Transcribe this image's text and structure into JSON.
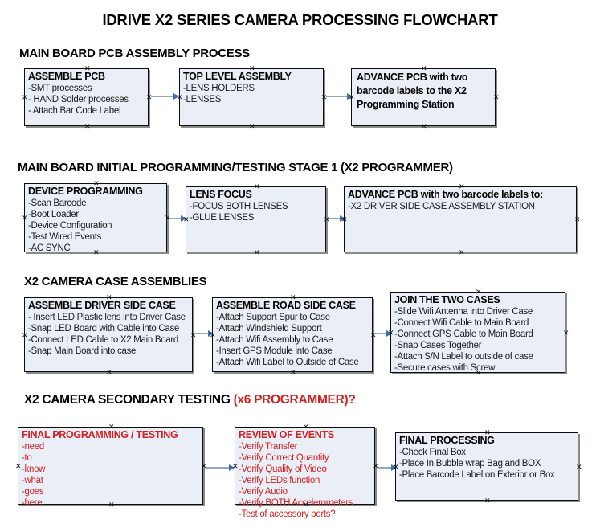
{
  "document": {
    "title": "IDRIVE X2  SERIES CAMERA PROCESSING FLOWCHART"
  },
  "sections": [
    {
      "id": "main-board-pcb-assembly",
      "heading": "MAIN BOARD PCB ASSEMBLY PROCESS",
      "heading_red": "",
      "boxes": [
        {
          "id": "assemble-pcb",
          "title": "ASSEMBLE PCB",
          "lines": [
            "-SMT processes",
            "- HAND Solder processes",
            "- Attach Bar Code Label"
          ]
        },
        {
          "id": "top-level-assembly",
          "title": "TOP LEVEL ASSEMBLY",
          "lines": [
            "-LENS HOLDERS",
            "-LENSES"
          ]
        },
        {
          "id": "advance-pcb-x2-programming-station",
          "title": "ADVANCE PCB with two barcode labels to the  X2 Programming Station",
          "lines": []
        }
      ]
    },
    {
      "id": "main-board-initial-programming",
      "heading": "MAIN BOARD INITIAL PROGRAMMING/TESTING STAGE 1 (X2 PROGRAMMER)",
      "heading_red": "",
      "boxes": [
        {
          "id": "device-programming",
          "title": "DEVICE PROGRAMMING",
          "lines": [
            "-Scan Barcode",
            "-Boot Loader",
            "-Device Configuration",
            "-Test Wired Events",
            "-AC SYNC"
          ]
        },
        {
          "id": "lens-focus",
          "title": "LENS FOCUS",
          "lines": [
            "-FOCUS BOTH LENSES",
            "-GLUE LENSES"
          ]
        },
        {
          "id": "advance-pcb-driver-side-case",
          "title": "ADVANCE PCB with two barcode labels to:",
          "lines": [
            "-X2 DRIVER  SIDE  CASE  ASSEMBLY STATION"
          ]
        }
      ]
    },
    {
      "id": "x2-camera-case-assemblies",
      "heading": "X2 CAMERA CASE ASSEMBLIES",
      "heading_red": "",
      "boxes": [
        {
          "id": "assemble-driver-side-case",
          "title": "ASSEMBLE DRIVER SIDE CASE",
          "lines": [
            "- Insert LED Plastic lens into Driver Case",
            "-Snap LED Board with Cable into Case",
            "-Connect LED Cable to X2 Main Board",
            "-Snap Main Board into case"
          ]
        },
        {
          "id": "assemble-road-side-case",
          "title": "ASSEMBLE ROAD SIDE CASE",
          "lines": [
            "-Attach Support Spur to Case",
            "-Attach Windshield Support",
            "-Attach Wifi Assembly to Case",
            "-Insert GPS Module into Case",
            "-Attach Wifi Label to Outside of Case"
          ]
        },
        {
          "id": "join-the-two-cases",
          "title": "JOIN THE TWO CASES",
          "lines": [
            "-Slide Wifi Antenna into Driver Case",
            "-Connect Wifi Cable to Main Board",
            "-Connect GPS Cable to Main Board",
            "-Snap Cases Together",
            "-Attach S/N Label to outside of case",
            "-Secure cases with Screw"
          ]
        }
      ]
    },
    {
      "id": "x2-camera-secondary-testing",
      "heading": "X2 CAMERA SECONDARY TESTING ",
      "heading_red": "(x6 PROGRAMMER)?",
      "boxes": [
        {
          "id": "final-programming-testing",
          "title": "FINAL PROGRAMMING / TESTING",
          "lines": [
            "-need",
            "-to",
            "-know",
            "-what",
            "-goes",
            "-here"
          ]
        },
        {
          "id": "review-of-events",
          "title": "REVIEW OF EVENTS",
          "lines": [
            "-Verify Transfer",
            "-Verify Correct Quantity",
            "-Verify Quality of Video",
            "-Verify LEDs function",
            "-Verify Audio",
            "-Verify BOTH Accelerometers",
            "-Test of accessory ports?"
          ]
        },
        {
          "id": "final-processing",
          "title": "FINAL PROCESSING",
          "lines": [
            " -Check Final Box",
            "-Place In Bubble wrap Bag and BOX",
            "-Place Barcode Label on Exterior or Box"
          ]
        }
      ]
    }
  ],
  "colors": {
    "box_fill": "#eaeff7",
    "box_border": "#0d0d0d",
    "box_shadow": "#8a8a8a",
    "arrow_line": "#8fa9c4",
    "arrow_head": "#3b6fb0",
    "text": "#000000",
    "red_text": "#d42020"
  }
}
